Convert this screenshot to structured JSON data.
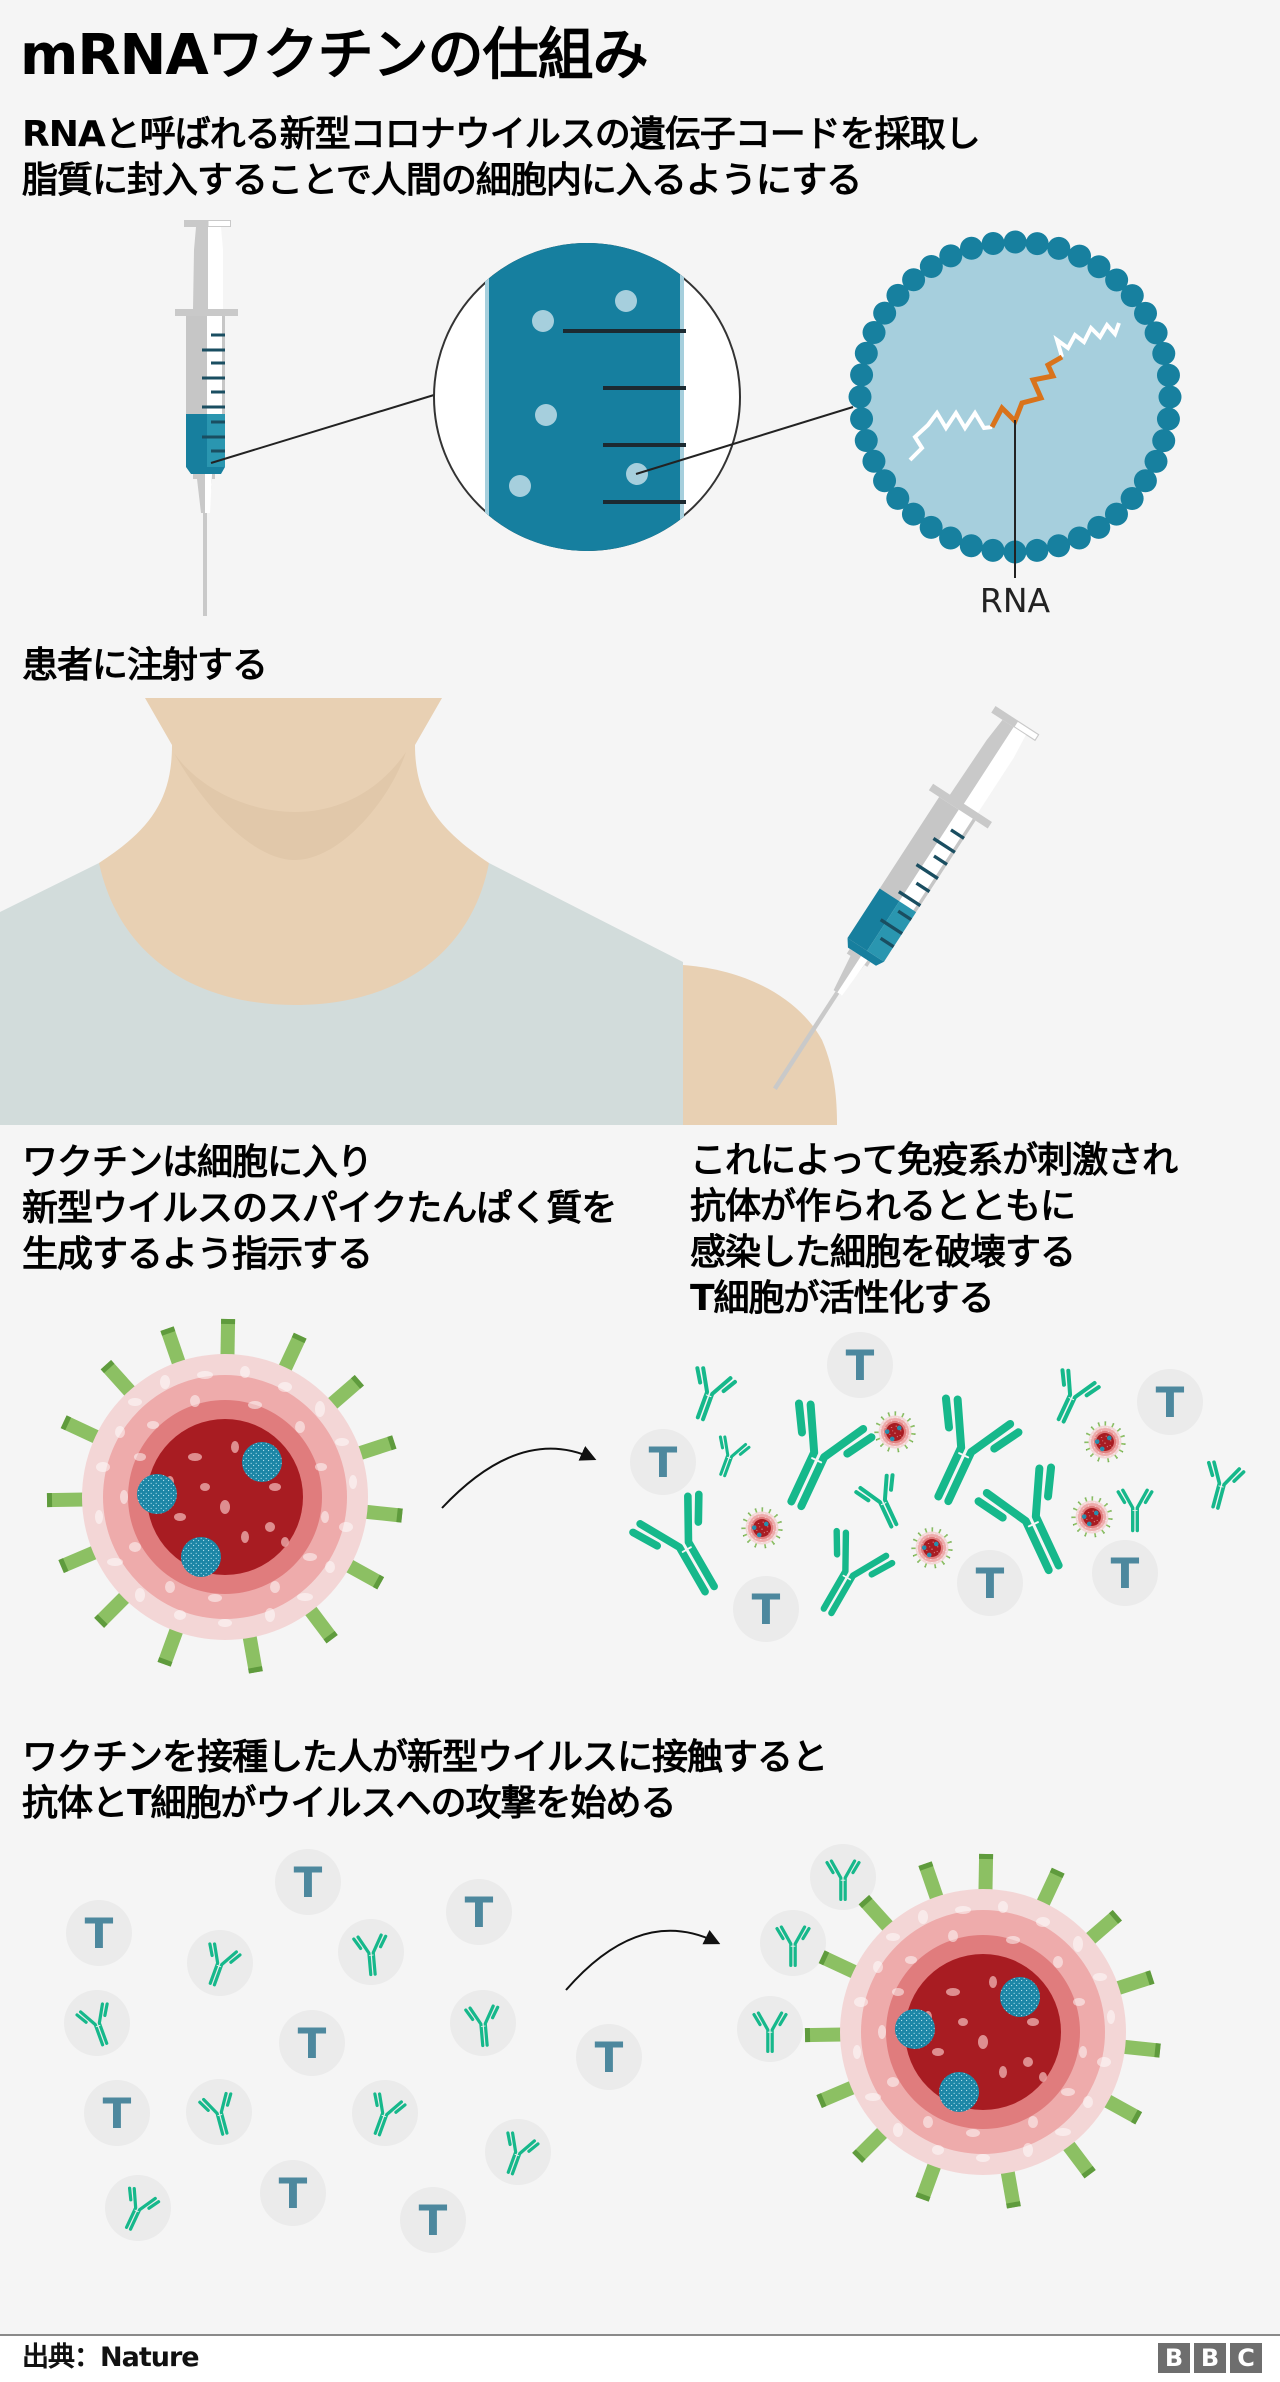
{
  "header": {
    "title": "mRNAワクチンの仕組み",
    "subtitle_lines": [
      "RNAと呼ばれる新型コロナウイルスの遺伝子コードを採取し",
      "脂質に封入することで人間の細胞内に入るようにする"
    ]
  },
  "steps": [
    {
      "id": "inject",
      "lines": [
        "患者に注射する"
      ]
    },
    {
      "id": "spike",
      "lines": [
        "ワクチンは細胞に入り",
        "新型ウイルスのスパイクたんぱく質を",
        "生成するよう指示する"
      ]
    },
    {
      "id": "immune",
      "lines": [
        "これによって免疫系が刺激され",
        "抗体が作られるとともに",
        "感染した細胞を破壊する",
        "T細胞が活性化する"
      ]
    },
    {
      "id": "attack",
      "lines": [
        "ワクチンを接種した人が新型ウイルスに接触すると",
        "抗体とT細胞がウイルスへの攻撃を始める"
      ]
    }
  ],
  "labels": {
    "rna": "RNA",
    "t_cell": "T"
  },
  "footer": {
    "source": "出典：Nature",
    "logo": [
      "B",
      "B",
      "C"
    ]
  },
  "colors": {
    "background": "#f5f5f5",
    "vaccine_teal": "#177f9e",
    "lipid_light_blue": "#a6cfdd",
    "rna_orange": "#d9731b",
    "antibody_green": "#16b88b",
    "t_cell_blue": "#4d889e",
    "t_cell_circle": "#ebebeb",
    "virus_core_red": "#a81c22",
    "spike_green": "#8cc063",
    "skin": "#e8d0b3",
    "shirt": "#d2dcdb"
  }
}
